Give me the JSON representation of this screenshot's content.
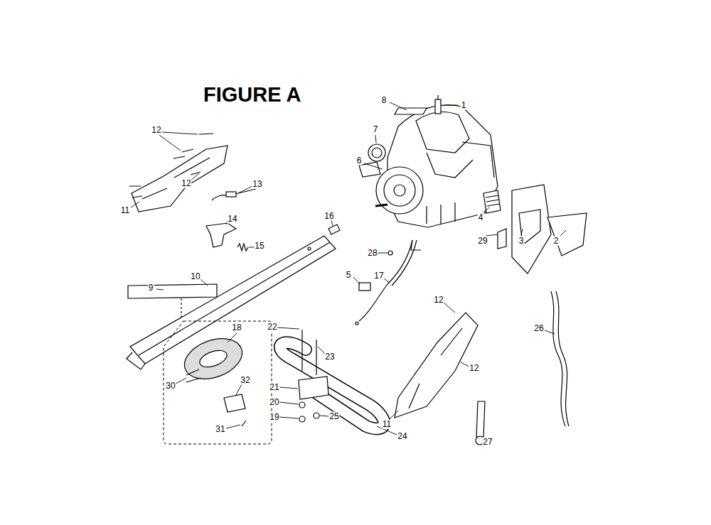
{
  "diagram": {
    "title": "FIGURE A",
    "nodes": [
      {
        "text": [
          "18",
          "30",
          "32",
          "31"
        ]
      }
    ],
    "labels": [
      "1",
      "8",
      "7",
      "6",
      "12",
      "12",
      "11",
      "13",
      "14",
      "16",
      "15",
      "4",
      "29",
      "3",
      "2",
      "28",
      "5",
      "17",
      "10",
      "9",
      "12",
      "22",
      "23",
      "26",
      "21",
      "20",
      "19",
      "25",
      "24",
      "11",
      "12",
      "27"
    ]
  }
}
